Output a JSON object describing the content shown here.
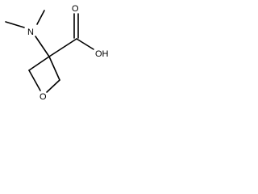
{
  "molecule": {
    "atoms": {
      "amine_nitrogen": "N",
      "hydroxyl": "OH",
      "carbonyl_oxygen": "O",
      "ring_oxygen": "O"
    },
    "line_color": "#000000",
    "background": "#ffffff"
  }
}
